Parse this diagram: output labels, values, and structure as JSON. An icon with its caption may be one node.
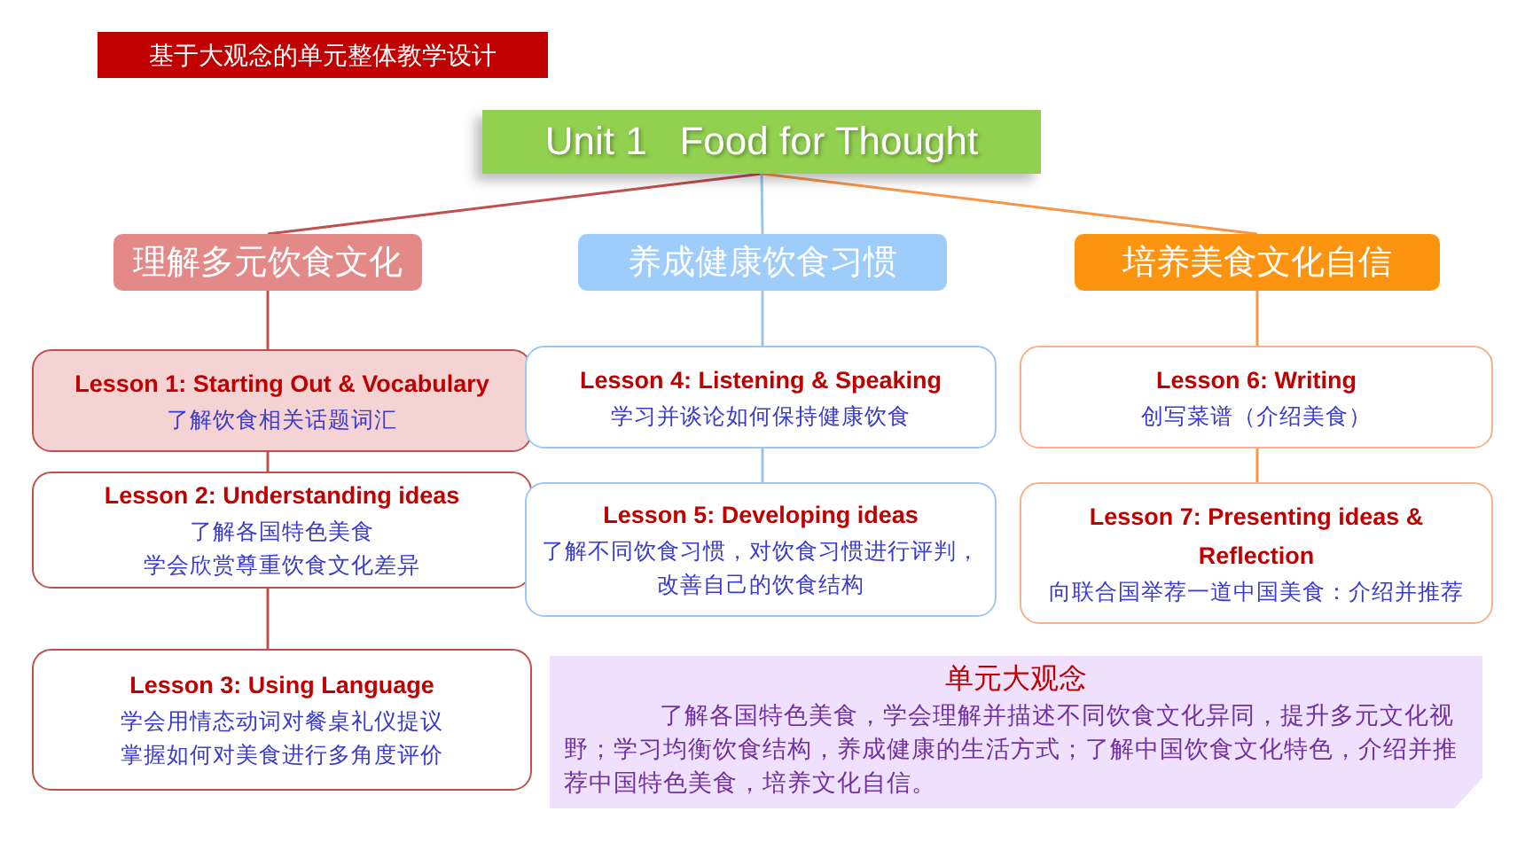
{
  "diagram": {
    "title": "基于大观念的单元整体教学设计",
    "nodes": [
      {
        "text": [
          "Unit 1   Food for Thought"
        ]
      },
      {
        "text": [
          "理解多元饮食文化"
        ]
      },
      {
        "text": [
          "养成健康饮食习惯"
        ]
      },
      {
        "text": [
          "培养美食文化自信"
        ]
      },
      {
        "text": [
          "Lesson 1: Starting Out & Vocabulary",
          "了解饮食相关话题词汇"
        ]
      },
      {
        "text": [
          "Lesson 2: Understanding ideas",
          "了解各国特色美食",
          "学会欣赏尊重饮食文化差异"
        ]
      },
      {
        "text": [
          "Lesson 3: Using Language",
          "学会用情态动词对餐桌礼仪提议",
          "掌握如何对美食进行多角度评价"
        ]
      },
      {
        "text": [
          "Lesson 4: Listening & Speaking",
          "学习并谈论如何保持健康饮食"
        ]
      },
      {
        "text": [
          "Lesson 5: Developing ideas",
          "了解不同饮食习惯，对饮食习惯进行评判，改善自己的饮食结构"
        ]
      },
      {
        "text": [
          "Lesson 6: Writing",
          "创写菜谱（介绍美食）"
        ]
      },
      {
        "text": [
          "Lesson 7: Presenting ideas & Reflection",
          "向联合国举荐一道中国美食：介绍并推荐"
        ]
      },
      {
        "text": [
          "单元大观念",
          "了解各国特色美食，学会理解并描述不同饮食文化异同，提升多元文化视野；学习均衡饮食结构，养成健康的生活方式；了解中国饮食文化特色，介绍并推荐中国特色美食，培养文化自信。"
        ]
      }
    ],
    "edges": [
      {
        "from": 0,
        "to": 1,
        "arrow": "none",
        "color": "#c0504d"
      },
      {
        "from": 0,
        "to": 2,
        "arrow": "none",
        "color": "#9dc3e6"
      },
      {
        "from": 0,
        "to": 3,
        "arrow": "none",
        "color": "#f79646"
      },
      {
        "from": 1,
        "to": 4,
        "arrow": "none",
        "color": "#c0504d"
      },
      {
        "from": 4,
        "to": 5,
        "arrow": "none",
        "color": "#c0504d"
      },
      {
        "from": 5,
        "to": 6,
        "arrow": "none",
        "color": "#c0504d"
      },
      {
        "from": 2,
        "to": 7,
        "arrow": "none",
        "color": "#9dc3e6"
      },
      {
        "from": 7,
        "to": 8,
        "arrow": "none",
        "color": "#9dc3e6"
      },
      {
        "from": 3,
        "to": 9,
        "arrow": "none",
        "color": "#f79646"
      },
      {
        "from": 9,
        "to": 10,
        "arrow": "none",
        "color": "#f79646"
      }
    ]
  }
}
